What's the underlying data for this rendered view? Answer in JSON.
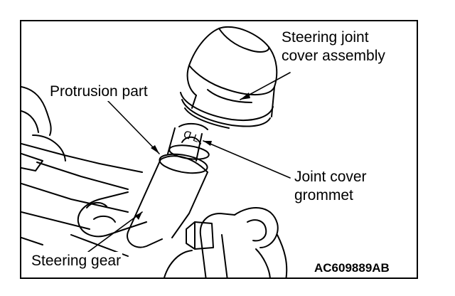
{
  "labels": {
    "steering_joint_cover_assembly": "Steering joint\ncover assembly",
    "protrusion_part": "Protrusion part",
    "joint_cover_grommet": "Joint cover\ngrommet",
    "steering_gear": "Steering gear"
  },
  "figure_code": "AC609889AB",
  "colors": {
    "line": "#000000",
    "background": "#ffffff"
  }
}
